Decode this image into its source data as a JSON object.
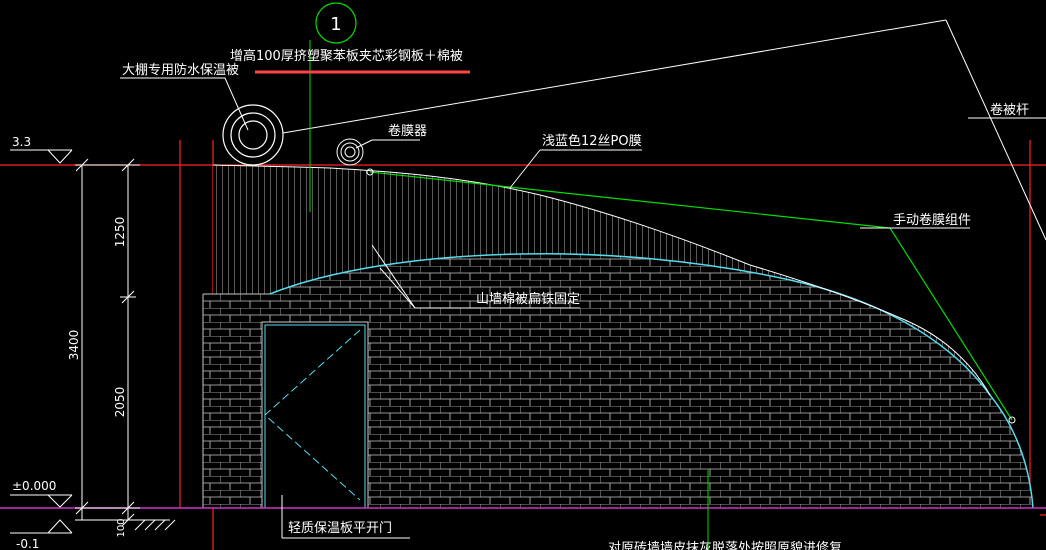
{
  "colors": {
    "background": "#000000",
    "outline": "#ff2222",
    "brick": "#c8c8c8",
    "film": "#00dd00",
    "arch": "#55ddee",
    "leader": "#ffffff",
    "ground": "#cc33cc",
    "underline": "#ff4444"
  },
  "annotations": {
    "circle_tag": "1",
    "raised_panel": "增高100厚挤塑聚苯板夹芯彩钢板＋棉被",
    "insulation_quilt": "大棚专用防水保温被",
    "film_roller": "卷膜器",
    "po_film": "浅蓝色12丝PO膜",
    "roller_rod": "卷被杆",
    "manual_film_set": "手动卷膜组件",
    "gable_fix": "山墙棉被扁铁固定",
    "door": "轻质保温板平开门",
    "bottom_note": "对原砖墙墙皮抹灰脱落处按照原貌进修复"
  },
  "dimensions": {
    "elev_top": "3.3",
    "elev_zero": "±0.000",
    "elev_bottom": "-0.1",
    "total": "3400",
    "upper": "1250",
    "lower": "2050",
    "base": "100"
  }
}
